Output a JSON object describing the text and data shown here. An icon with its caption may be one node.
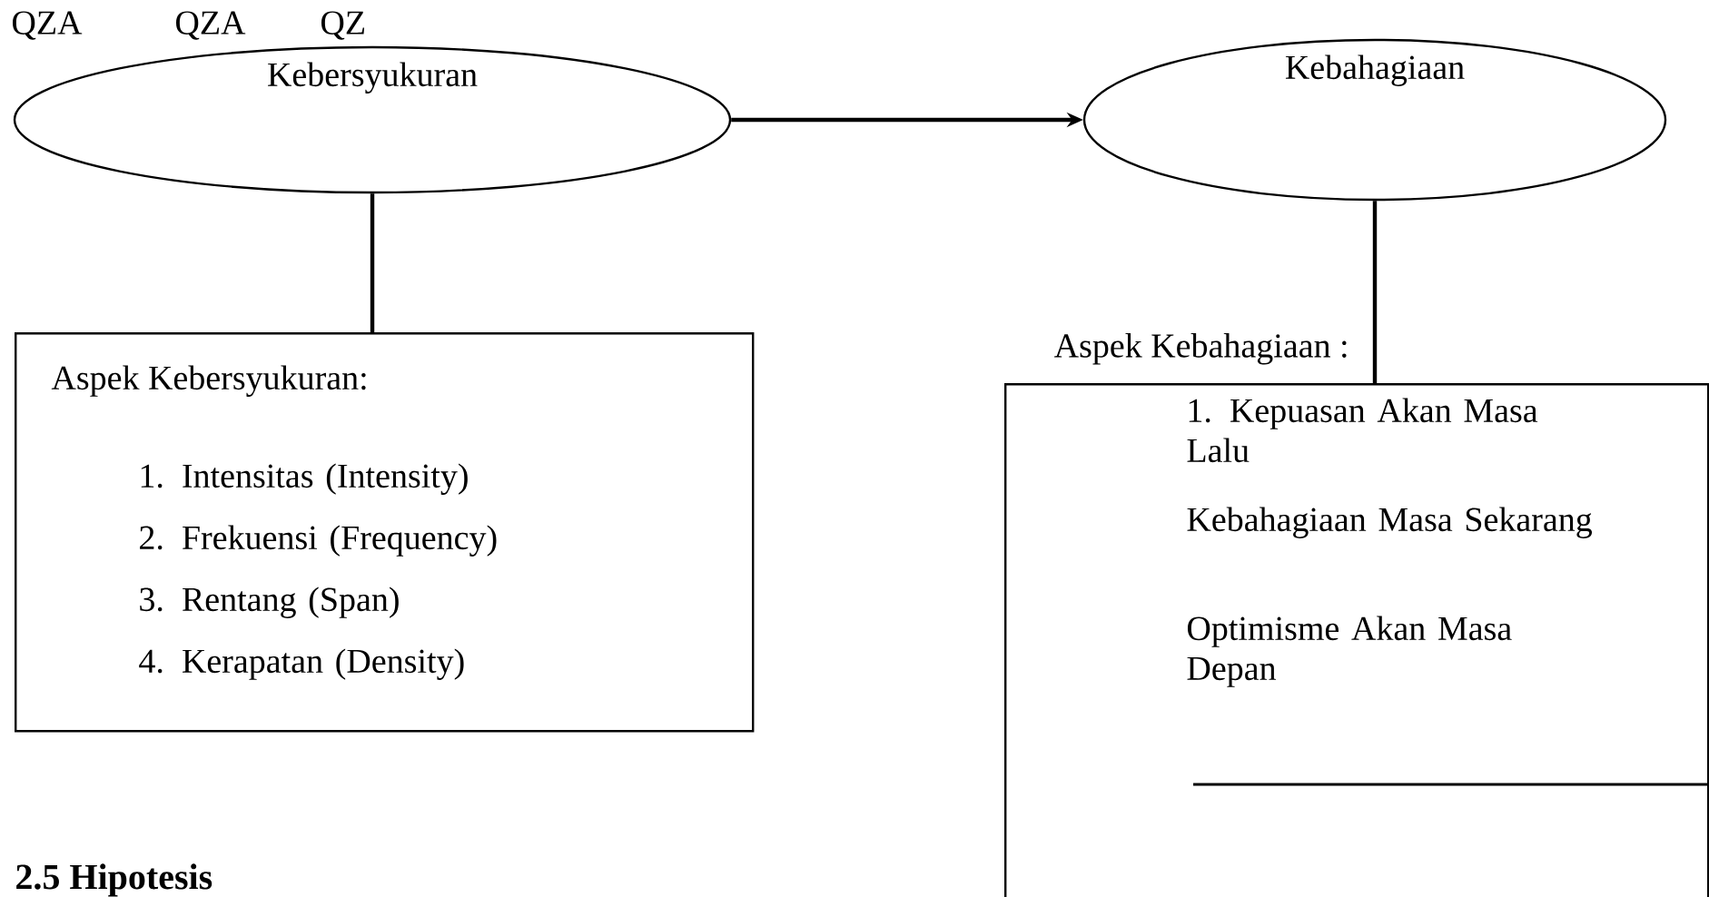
{
  "diagram": {
    "nodes": [
      {
        "text": [
          "Kebersyukuran"
        ]
      },
      {
        "text": [
          "Kebahagiaan"
        ]
      },
      {
        "text": [
          "Aspek Kebersyukuran:",
          "1. Intensitas (Intensity)",
          "2. Frekuensi (Frequency)",
          "3. Rentang (Span)",
          "4. Kerapatan (Density)"
        ]
      },
      {
        "text": [
          "Aspek Kebahagiaan :",
          "1. Kepuasan Akan Masa Lalu",
          "Kebahagiaan Masa Sekarang",
          "Optimisme Akan Masa Depan"
        ]
      }
    ],
    "edges": [
      {
        "from": 0,
        "to": 1,
        "arrow": "to"
      },
      {
        "from": 0,
        "to": 2,
        "arrow": "none"
      },
      {
        "from": 1,
        "to": 3,
        "arrow": "none"
      }
    ],
    "labels": [
      "QZA",
      "QZA",
      "QZ",
      "2.5 Hipotesis"
    ]
  }
}
